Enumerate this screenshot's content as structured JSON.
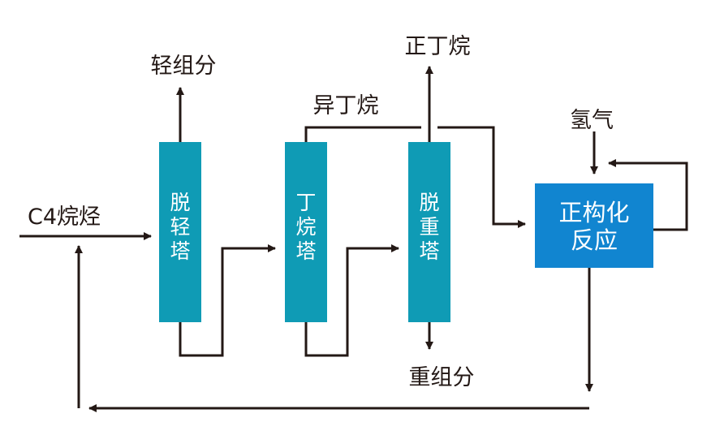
{
  "colors": {
    "column_fill": "#0f9bb5",
    "reactor_fill": "#1185d0",
    "line": "#231815",
    "text": "#231815",
    "box_text": "#ffffff"
  },
  "feed": {
    "label": "C4烷烃"
  },
  "columns": [
    {
      "id": "delight",
      "chars": [
        "脱",
        "轻",
        "塔"
      ]
    },
    {
      "id": "butane",
      "chars": [
        "丁",
        "烷",
        "塔"
      ]
    },
    {
      "id": "deheavy",
      "chars": [
        "脱",
        "重",
        "塔"
      ]
    }
  ],
  "reactor": {
    "lines": [
      "正构化",
      "反应"
    ]
  },
  "streams": {
    "light_components": "轻组分",
    "isobutane": "异丁烷",
    "n_butane": "正丁烷",
    "heavy_components": "重组分",
    "hydrogen": "氢气"
  }
}
